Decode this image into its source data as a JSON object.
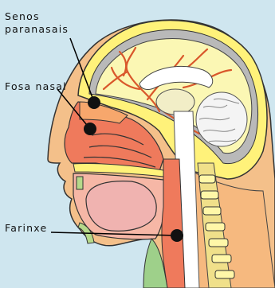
{
  "labels": {
    "senos_line1": "Senos",
    "senos_line2": "paranasais",
    "fosa": "Fosa nasal",
    "farinxe": "Farinxe"
  }
}
